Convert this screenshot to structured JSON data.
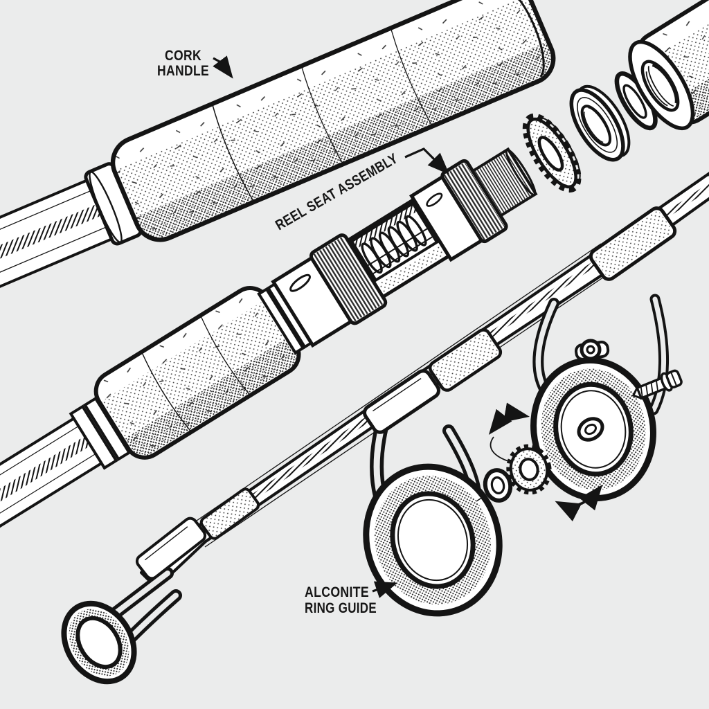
{
  "colors": {
    "background": "#ebecec",
    "ink": "#141414",
    "paper_white": "#ffffff"
  },
  "labels": {
    "cork_handle": {
      "line1": "CORK",
      "line2": "HANDLE"
    },
    "reel_seat": {
      "text": "REEL SEAT ASSEMBLY"
    },
    "ring_guide": {
      "line1": "ALCONITE",
      "line2": "RING GUIDE"
    }
  },
  "figure": {
    "style": "black ink exploded-view technical illustration",
    "parts": [
      "cork-handle",
      "rod-blank",
      "winding-check",
      "reel-seat-assembly",
      "locking-gear-washer",
      "threaded-hood",
      "o-ring",
      "cork-butt-cap",
      "tip-top-guide",
      "alconite-ring-guide",
      "guide-mounting-screw",
      "gear-washer-small",
      "guide-insert-o-ring",
      "rotation-arrows"
    ]
  }
}
